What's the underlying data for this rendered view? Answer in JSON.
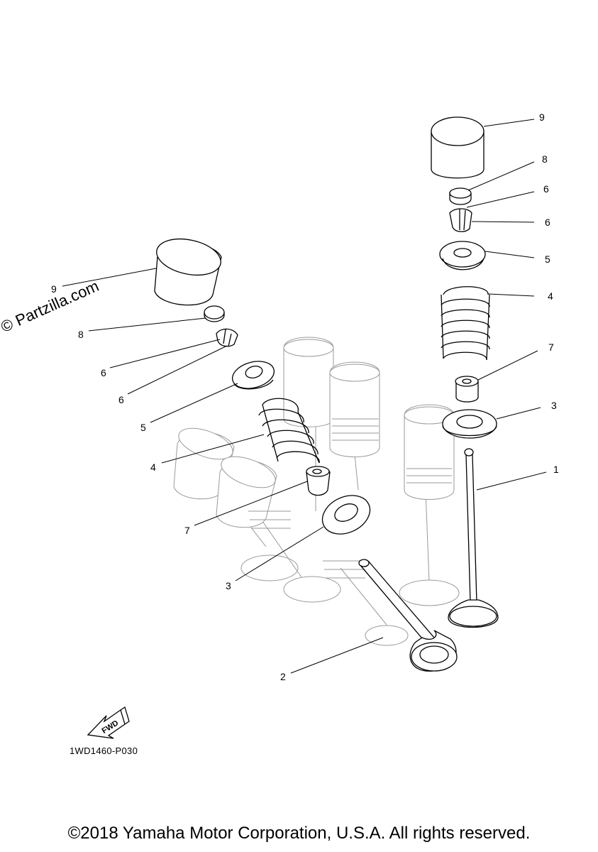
{
  "watermark": "© Partzilla.com",
  "diagram_code": "1WD1460-P030",
  "copyright": "©2018 Yamaha Motor Corporation, U.S.A. All rights reserved.",
  "fwd_label": "FWD",
  "callouts": {
    "lifter_left": "9",
    "pad_left": "8",
    "cotter_left_a": "6",
    "cotter_left_b": "6",
    "retainer_left": "5",
    "spring_left": "4",
    "seal_left": "7",
    "seat_left": "3",
    "exhaust_valve": "2",
    "lifter_right": "9",
    "pad_right": "8",
    "cotter_right_a": "6",
    "cotter_right_b": "6",
    "retainer_right": "5",
    "spring_right": "4",
    "seal_right": "7",
    "seat_right": "3",
    "intake_valve": "1"
  }
}
